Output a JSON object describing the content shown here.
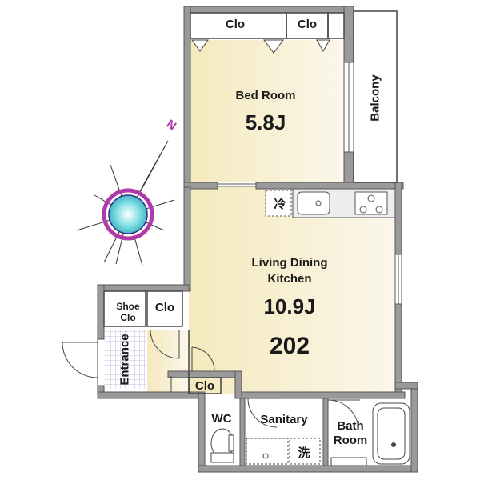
{
  "rooms": {
    "bedroom": {
      "name": "Bed Room",
      "size": "5.8J"
    },
    "ldk": {
      "name_line1": "Living Dining",
      "name_line2": "Kitchen",
      "size": "10.9J"
    },
    "balcony": {
      "name": "Balcony"
    },
    "clo_top_left": "Clo",
    "clo_top_right": "Clo",
    "clo_mid": "Clo",
    "clo_low": "Clo",
    "shoe_clo_line1": "Shoe",
    "shoe_clo_line2": "Clo",
    "entrance": "Entrance",
    "wc": "WC",
    "sanitary": "Sanitary",
    "bath_line1": "Bath",
    "bath_line2": "Room"
  },
  "unit_number": "202",
  "symbols": {
    "fridge": "冷",
    "washer": "洗"
  },
  "compass": {
    "north": "N"
  },
  "colors": {
    "floor": "#f7efcf",
    "wall": "#777777",
    "compass_ring": "#b03aa8",
    "compass_center": "#5fd0d8"
  }
}
